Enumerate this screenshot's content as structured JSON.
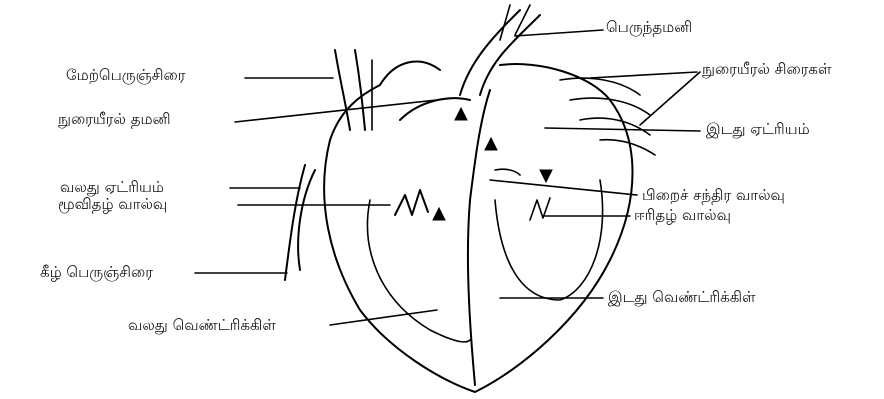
{
  "labels": {
    "aorta": "பெருந்தமனி",
    "superior_vena_cava": "மேற்பெருஞ்சிரை",
    "pulmonary_veins": "நுரையீரல் சிரைகள்",
    "pulmonary_artery": "நுரையீரல் தமனி",
    "left_atrium": "இடது ஏட்ரியம்",
    "right_atrium": "வலது ஏட்ரியம்",
    "semilunar_valve": "பிறைச் சந்திர வால்வு",
    "tricuspid_valve": "மூவிதழ் வால்வு",
    "bicuspid_valve": "ஈரிதழ் வால்வு",
    "inferior_vena_cava": "கீழ் பெருஞ்சிரை",
    "left_ventricle": "இடது வெண்ட்ரிக்கிள்",
    "right_ventricle": "வலது வெண்ட்ரிக்கிள்"
  }
}
